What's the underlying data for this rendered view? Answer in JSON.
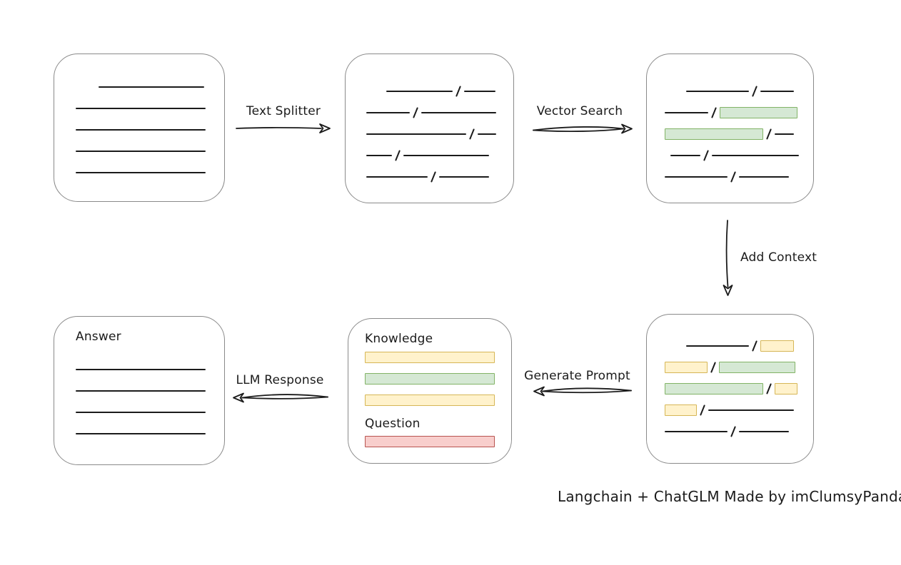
{
  "labels": {
    "text_splitter": "Text Splitter",
    "vector_search": "Vector Search",
    "add_context": "Add Context",
    "generate_prompt": "Generate Prompt",
    "llm_response": "LLM Response",
    "knowledge": "Knowledge",
    "question": "Question",
    "answer": "Answer",
    "credit": "Langchain + ChatGLM Made by imClumsyPanda"
  },
  "colors": {
    "box_border": "#8a8a8a",
    "ink": "#1b1b1b",
    "green_fill": "#d5e8d4",
    "green_border": "#82b366",
    "yellow_fill": "#fff2cc",
    "yellow_border": "#d6b656",
    "red_fill": "#f8cecc",
    "red_border": "#b85450"
  },
  "boxes": {
    "source_document": {
      "rows": [
        {
          "indent": 32,
          "segs": [
            {
              "kind": "line",
              "w": 148
            }
          ]
        },
        {
          "segs": [
            {
              "kind": "line",
              "w": 182
            }
          ]
        },
        {
          "segs": [
            {
              "kind": "line",
              "w": 182
            }
          ]
        },
        {
          "segs": [
            {
              "kind": "line",
              "w": 182
            }
          ]
        },
        {
          "segs": [
            {
              "kind": "line",
              "w": 182
            }
          ]
        }
      ]
    },
    "split_chunks": {
      "rows": [
        {
          "indent": 28,
          "segs": [
            {
              "kind": "line",
              "w": 93
            },
            {
              "kind": "line",
              "w": 44
            }
          ]
        },
        {
          "segs": [
            {
              "kind": "line",
              "w": 61
            },
            {
              "kind": "line",
              "w": 105
            }
          ]
        },
        {
          "segs": [
            {
              "kind": "line",
              "w": 140
            },
            {
              "kind": "line",
              "w": 26
            }
          ]
        },
        {
          "segs": [
            {
              "kind": "line",
              "w": 36
            },
            {
              "kind": "line",
              "w": 120
            }
          ]
        },
        {
          "segs": [
            {
              "kind": "line",
              "w": 86
            },
            {
              "kind": "line",
              "w": 70
            }
          ]
        }
      ]
    },
    "vector_result": {
      "rows": [
        {
          "indent": 30,
          "segs": [
            {
              "kind": "line",
              "w": 88
            },
            {
              "kind": "line",
              "w": 47
            }
          ]
        },
        {
          "segs": [
            {
              "kind": "line",
              "w": 61
            },
            {
              "kind": "green",
              "w": 109
            }
          ]
        },
        {
          "segs": [
            {
              "kind": "green",
              "w": 138
            },
            {
              "kind": "line",
              "w": 27
            }
          ]
        },
        {
          "indent": 8,
          "segs": [
            {
              "kind": "line",
              "w": 42
            },
            {
              "kind": "line",
              "w": 122
            }
          ]
        },
        {
          "segs": [
            {
              "kind": "line",
              "w": 88
            },
            {
              "kind": "line",
              "w": 70
            }
          ]
        }
      ]
    },
    "context_chunks": {
      "rows": [
        {
          "indent": 30,
          "segs": [
            {
              "kind": "line",
              "w": 88
            },
            {
              "kind": "yellow",
              "w": 47
            }
          ]
        },
        {
          "segs": [
            {
              "kind": "yellow",
              "w": 60
            },
            {
              "kind": "green",
              "w": 107
            }
          ]
        },
        {
          "segs": [
            {
              "kind": "green",
              "w": 138
            },
            {
              "kind": "yellow",
              "w": 32
            }
          ]
        },
        {
          "segs": [
            {
              "kind": "yellow",
              "w": 45
            },
            {
              "kind": "line",
              "w": 120
            }
          ]
        },
        {
          "segs": [
            {
              "kind": "line",
              "w": 88
            },
            {
              "kind": "line",
              "w": 70
            }
          ]
        }
      ]
    },
    "prompt": {
      "knowledge_bars": [
        {
          "segs": [
            {
              "kind": "yellow",
              "w": 182
            }
          ]
        },
        {
          "segs": [
            {
              "kind": "green",
              "w": 182
            }
          ]
        },
        {
          "segs": [
            {
              "kind": "yellow",
              "w": 182
            }
          ]
        }
      ],
      "question_bars": [
        {
          "segs": [
            {
              "kind": "red",
              "w": 182
            }
          ]
        }
      ]
    },
    "answer": {
      "rows": [
        {
          "segs": [
            {
              "kind": "line",
              "w": 182
            }
          ]
        },
        {
          "segs": [
            {
              "kind": "line",
              "w": 182
            }
          ]
        },
        {
          "segs": [
            {
              "kind": "line",
              "w": 182
            }
          ]
        },
        {
          "segs": [
            {
              "kind": "line",
              "w": 182
            }
          ]
        }
      ]
    }
  }
}
